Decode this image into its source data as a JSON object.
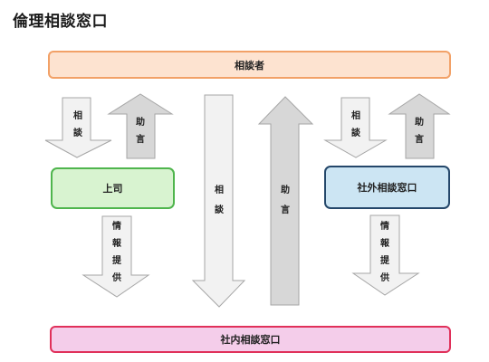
{
  "title": "倫理相談窓口",
  "nodes": {
    "top": "相談者",
    "left": "上司",
    "right": "社外相談窓口",
    "bottom": "社内相談窓口"
  },
  "arrows": {
    "soudan_left": [
      "相",
      "談"
    ],
    "jogen_left": [
      "助",
      "言"
    ],
    "soudan_center": [
      "相",
      "談"
    ],
    "jogen_center": [
      "助",
      "言"
    ],
    "soudan_right": [
      "相",
      "談"
    ],
    "jogen_right": [
      "助",
      "言"
    ],
    "joho_left": [
      "情",
      "報",
      "提",
      "供"
    ],
    "joho_right": [
      "情",
      "報",
      "提",
      "供"
    ]
  },
  "colors": {
    "top_fill": "#fde3d0",
    "top_border": "#f2a167",
    "left_fill": "#d8f3d0",
    "left_border": "#4fb54d",
    "right_fill": "#cce5f3",
    "right_border": "#24476a",
    "bottom_fill": "#f4cdea",
    "bottom_border": "#e0305a",
    "arrow_light": "#f2f2f2",
    "arrow_dark": "#d7d7d7",
    "arrow_stroke": "#a6a6a6"
  }
}
